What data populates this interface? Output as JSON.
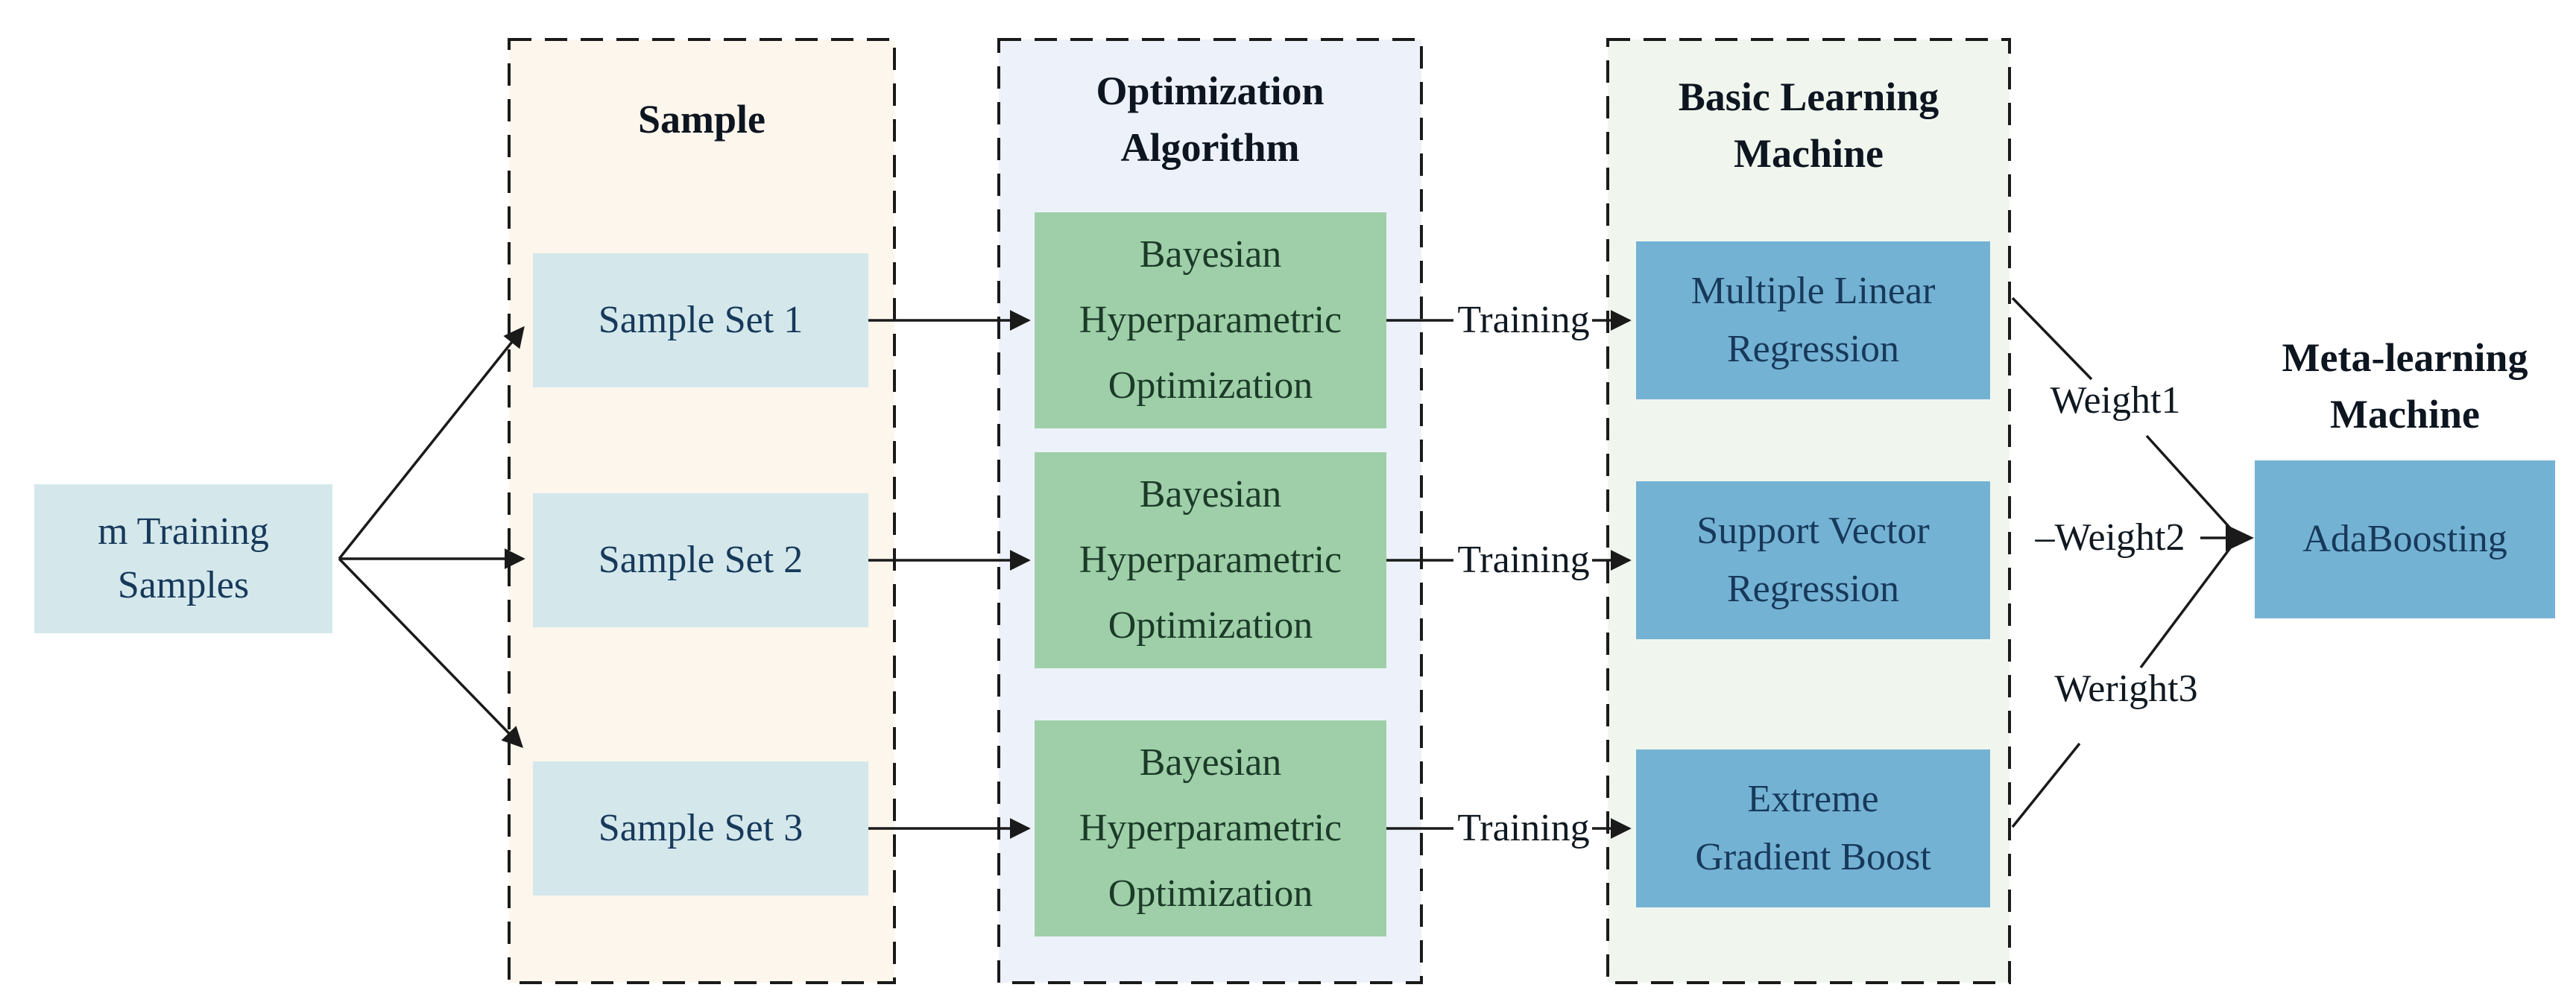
{
  "figure_title": "Ensemble meta-learning flow diagram",
  "colors": {
    "line": "#1a1a1a",
    "text-header": "#0d1520",
    "text-dark": "#101820",
    "text-navy": "#17395a",
    "text-green": "#1b3a28",
    "box-cyan": "#d4e8ec",
    "box-green": "#9ecfa8",
    "box-blue": "#74b2d4",
    "col-sample-bg": "#fdf6ec",
    "col-opt-bg": "#edf1f9",
    "col-basic-bg": "#f0f6ee"
  },
  "source": {
    "lines": [
      "m Training",
      "Samples"
    ]
  },
  "columns": {
    "sample": {
      "title_lines": [
        "Sample"
      ],
      "boxes": [
        {
          "label": "Sample Set 1"
        },
        {
          "label": "Sample Set 2"
        },
        {
          "label": "Sample Set 3"
        }
      ]
    },
    "optimization": {
      "title_lines": [
        "Optimization",
        "Algorithm"
      ],
      "boxes": [
        {
          "lines": [
            "Bayesian",
            "Hyperparametric",
            "Optimization"
          ]
        },
        {
          "lines": [
            "Bayesian",
            "Hyperparametric",
            "Optimization"
          ]
        },
        {
          "lines": [
            "Bayesian",
            "Hyperparametric",
            "Optimization"
          ]
        }
      ]
    },
    "basic": {
      "title_lines": [
        "Basic Learning",
        "Machine"
      ],
      "boxes": [
        {
          "lines": [
            "Multiple Linear",
            "Regression"
          ]
        },
        {
          "lines": [
            "Support Vector",
            "Regression"
          ]
        },
        {
          "lines": [
            "Extreme",
            "Gradient Boost"
          ]
        }
      ]
    }
  },
  "meta": {
    "title_lines": [
      "Meta-learning",
      "Machine"
    ],
    "box_label": "AdaBoosting"
  },
  "edge_labels": {
    "training": [
      "Training",
      "Training",
      "Training"
    ],
    "weight1": "Weight1",
    "weight2": "–Weight2",
    "weight3": "Weright3"
  }
}
